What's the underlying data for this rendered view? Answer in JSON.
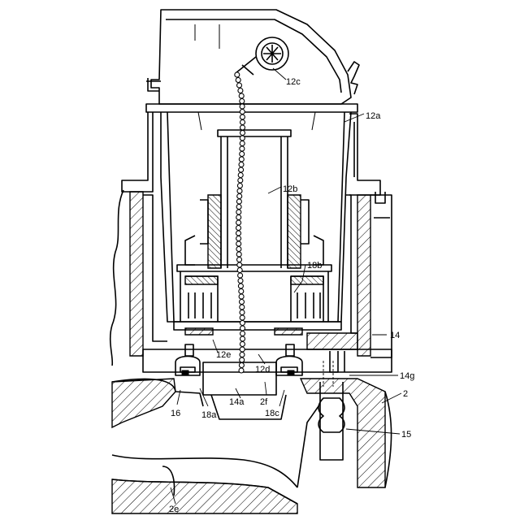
{
  "labels": {
    "l12c": "12c",
    "l12a": "12a",
    "l12b": "12b",
    "l18b": "18b",
    "l14": "14",
    "l12e": "12e",
    "l12d": "12d",
    "l14g": "14g",
    "l2": "2",
    "l14a": "14a",
    "l2f": "2f",
    "l16": "16",
    "l18a": "18a",
    "l18c": "18c",
    "l15": "15",
    "l2e": "2e"
  }
}
